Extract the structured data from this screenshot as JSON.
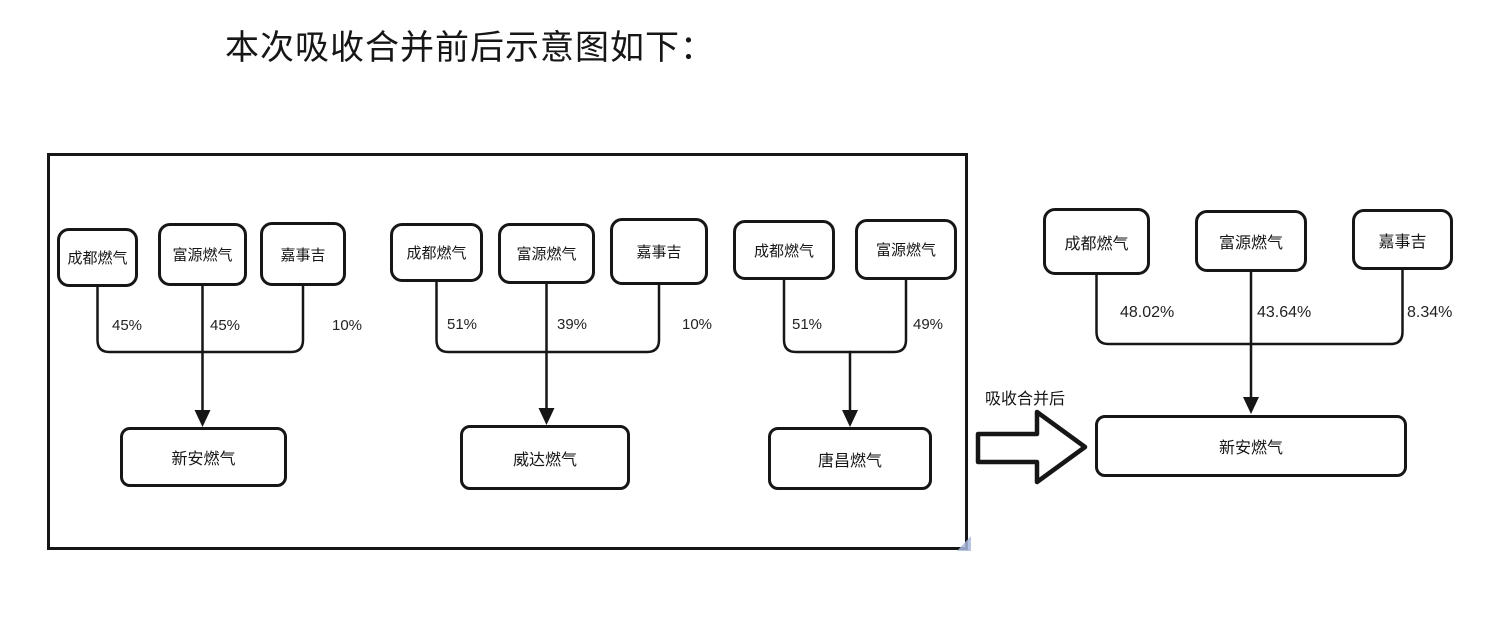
{
  "page": {
    "title": "本次吸收合并前后示意图如下："
  },
  "transition": {
    "arrow_label": "吸收合并后"
  },
  "before_groups": [
    {
      "parents": [
        {
          "label": "成都燃气",
          "share": "45%"
        },
        {
          "label": "富源燃气",
          "share": "45%"
        },
        {
          "label": "嘉事吉",
          "share": "10%"
        }
      ],
      "target": {
        "label": "新安燃气"
      }
    },
    {
      "parents": [
        {
          "label": "成都燃气",
          "share": "51%"
        },
        {
          "label": "富源燃气",
          "share": "39%"
        },
        {
          "label": "嘉事吉",
          "share": "10%"
        }
      ],
      "target": {
        "label": "威达燃气"
      }
    },
    {
      "parents": [
        {
          "label": "成都燃气",
          "share": "51%"
        },
        {
          "label": "富源燃气",
          "share": "49%"
        }
      ],
      "target": {
        "label": "唐昌燃气"
      }
    }
  ],
  "after_group": {
    "parents": [
      {
        "label": "成都燃气",
        "share": "48.02%"
      },
      {
        "label": "富源燃气",
        "share": "43.64%"
      },
      {
        "label": "嘉事吉",
        "share": "8.34%"
      }
    ],
    "target": {
      "label": "新安燃气"
    }
  },
  "colors": {
    "line": "#161616",
    "text": "#161616",
    "background": "#ffffff"
  }
}
